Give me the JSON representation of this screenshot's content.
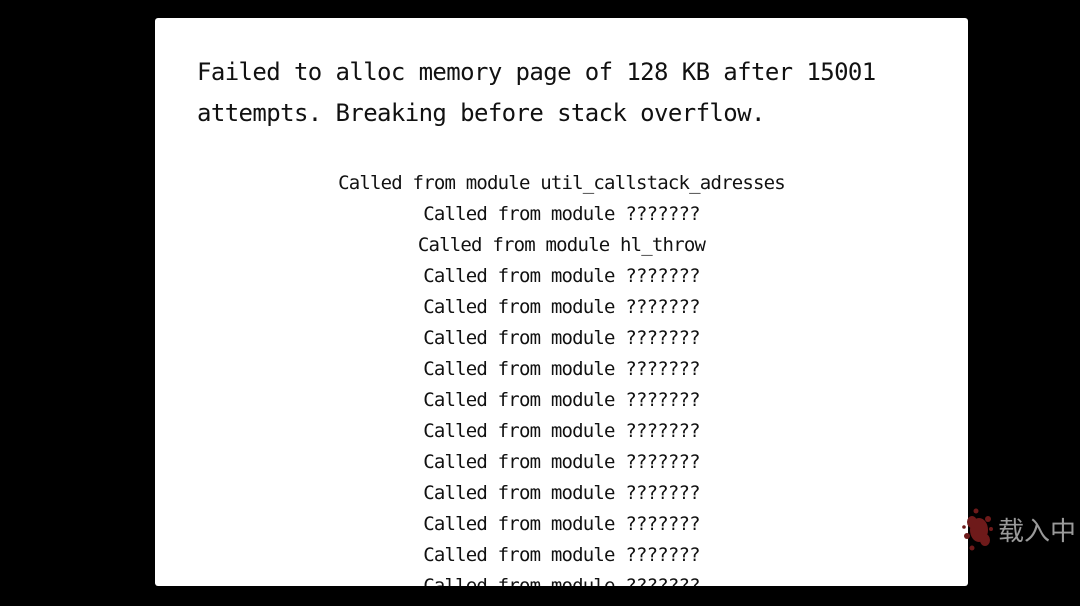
{
  "dialog": {
    "message": "Failed to alloc memory page of 128 KB after 15001 attempts. Breaking before stack overflow.",
    "callstack": [
      "Called from module util_callstack_adresses",
      "Called from module ???????",
      "Called from module hl_throw",
      "Called from module ???????",
      "Called from module ???????",
      "Called from module ???????",
      "Called from module ???????",
      "Called from module ???????",
      "Called from module ???????",
      "Called from module ???????",
      "Called from module ???????",
      "Called from module ???????",
      "Called from module ???????",
      "Called from module ???????"
    ]
  },
  "loading": {
    "icon": "splatter-icon",
    "icon_color": "#6e1a1a",
    "label": "载入中"
  },
  "colors": {
    "background": "#000000",
    "dialog_background": "#ffffff",
    "text": "#111111",
    "loading_text": "#9a9a9a"
  }
}
